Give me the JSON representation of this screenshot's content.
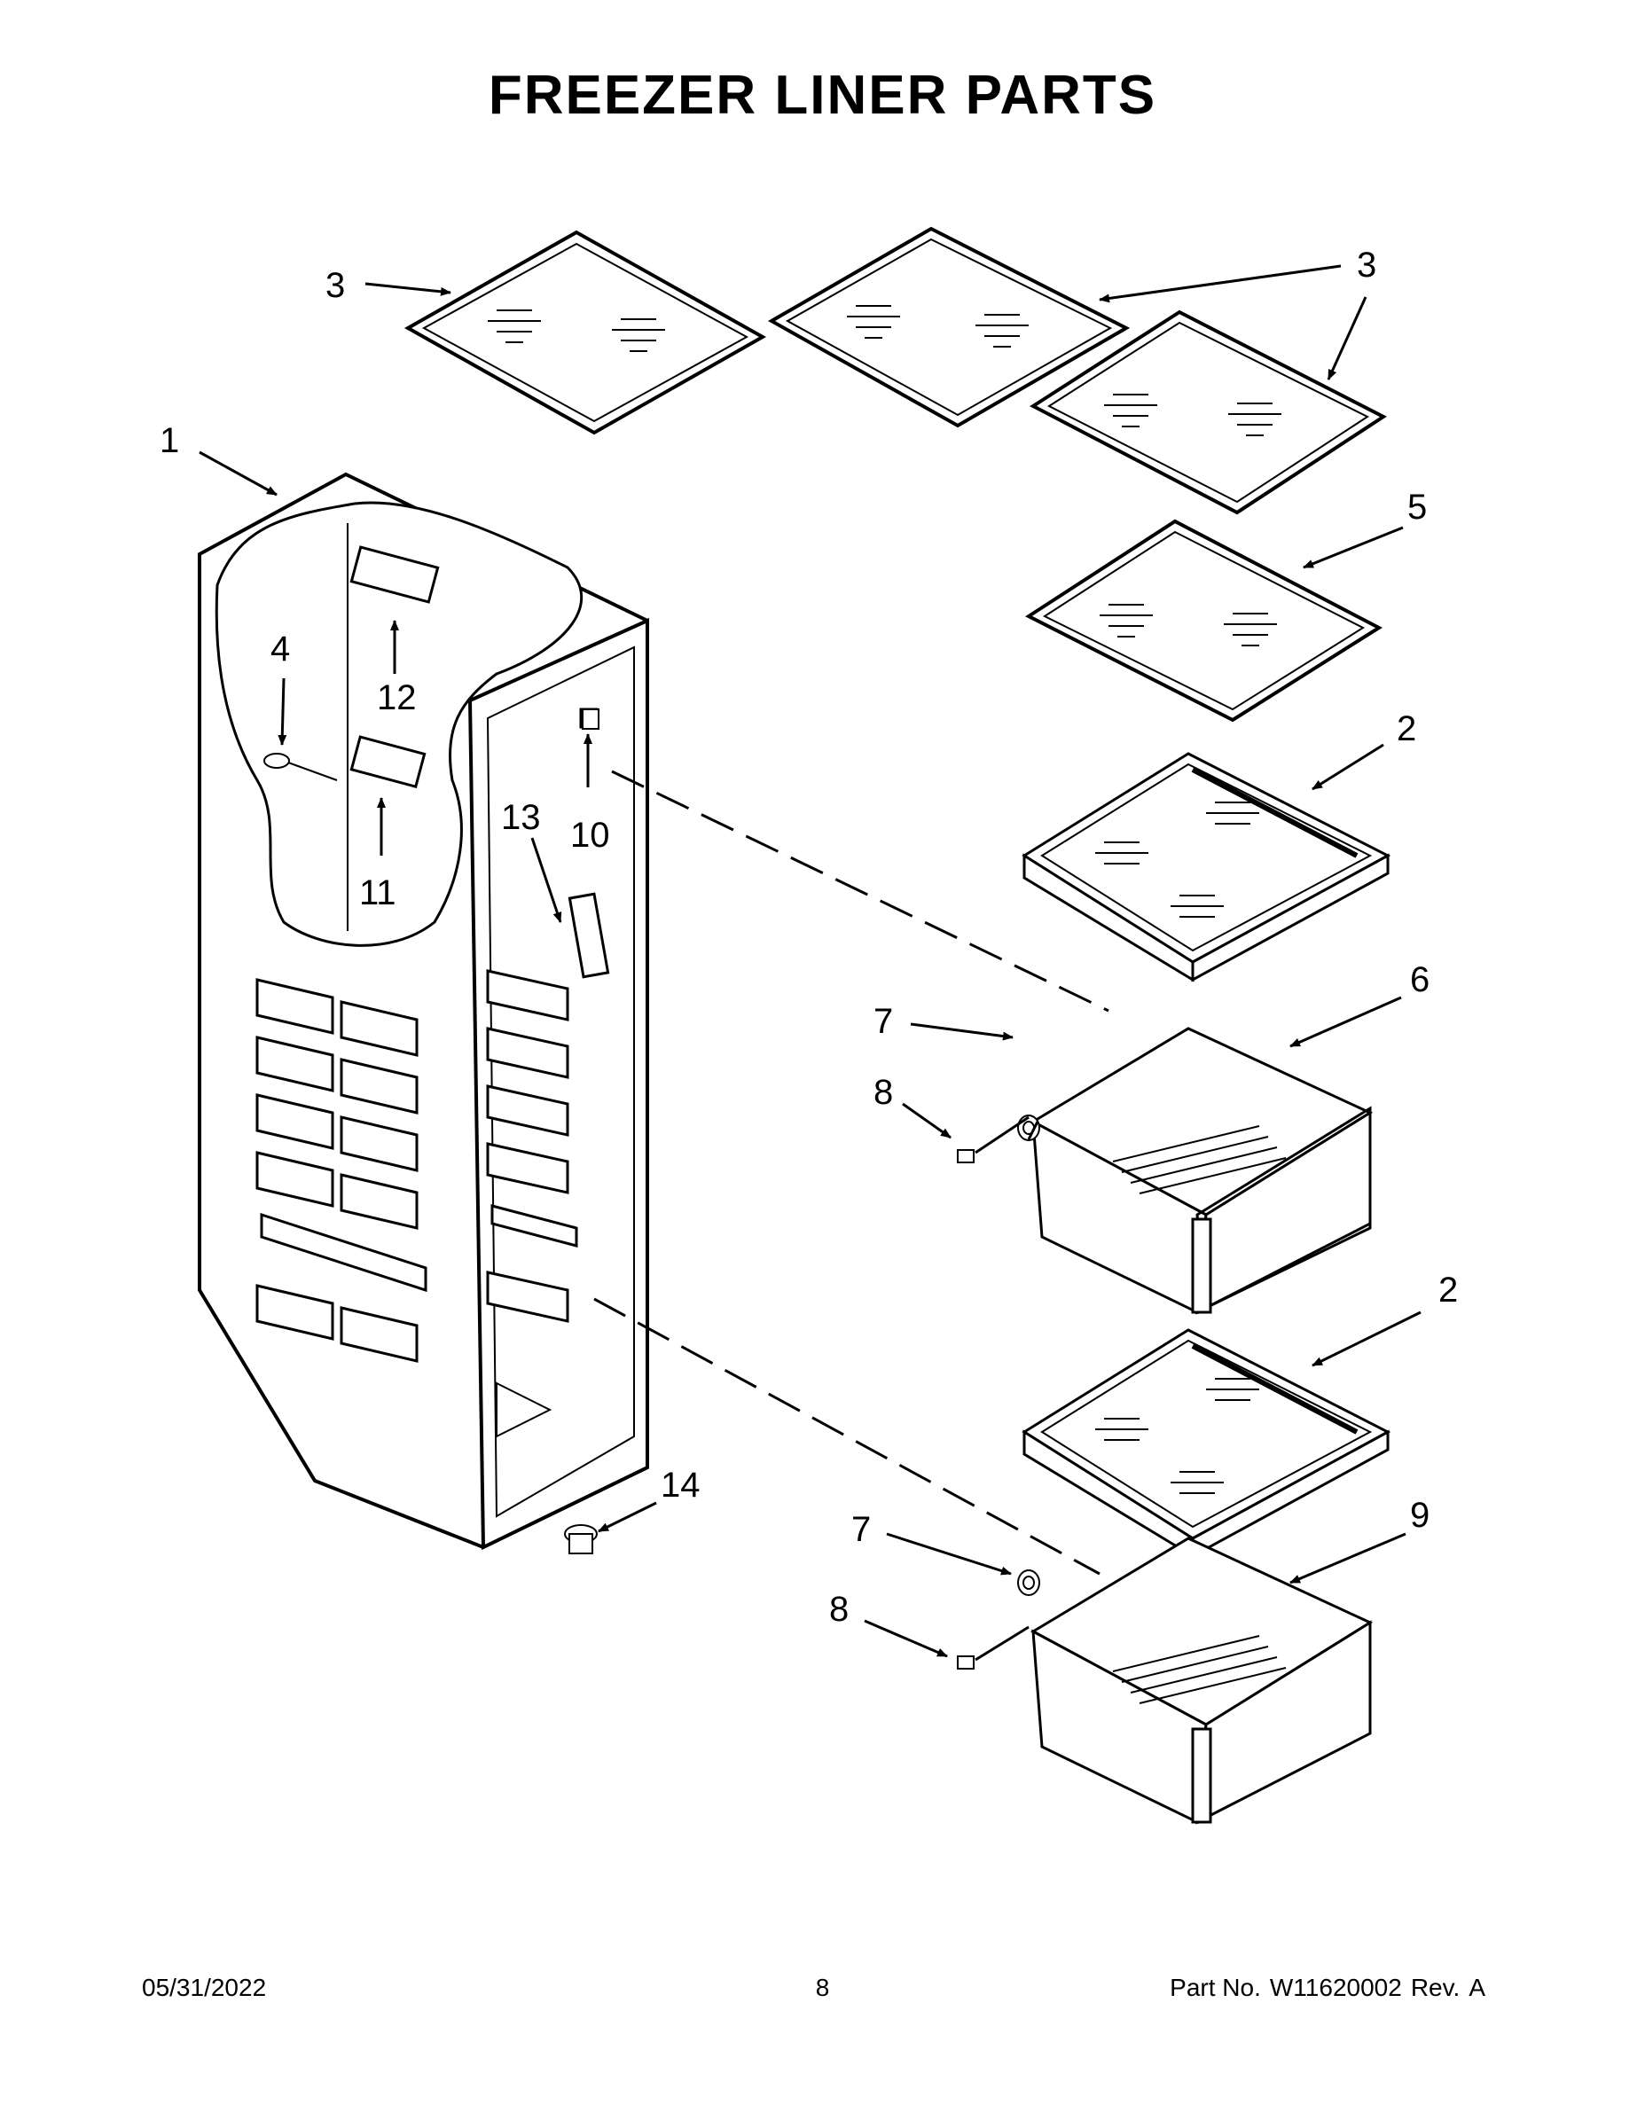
{
  "title": "FREEZER LINER PARTS",
  "callouts": {
    "c1": "1",
    "c2a": "2",
    "c2b": "2",
    "c3a": "3",
    "c3b": "3",
    "c4": "4",
    "c5": "5",
    "c6": "6",
    "c7a": "7",
    "c7b": "7",
    "c8a": "8",
    "c8b": "8",
    "c9": "9",
    "c10": "10",
    "c11": "11",
    "c12": "12",
    "c13": "13",
    "c14": "14"
  },
  "footer": {
    "date": "05/31/2022",
    "page": "8",
    "part_label": "Part No.",
    "part_number": "W11620002",
    "rev_label": "Rev.",
    "rev": "A"
  }
}
